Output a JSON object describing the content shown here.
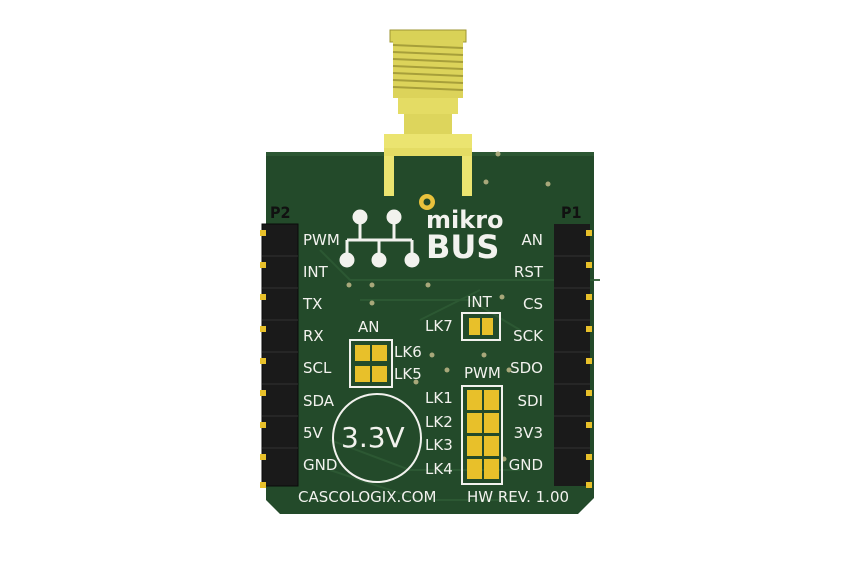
{
  "board": {
    "brand_top": "mikro",
    "brand_bottom": "BUS",
    "header_left": "P2",
    "header_right": "P1",
    "left_pins": [
      "PWM",
      "INT",
      "TX",
      "RX",
      "SCL",
      "SDA",
      "5V",
      "GND"
    ],
    "right_pins": [
      "AN",
      "RST",
      "CS",
      "SCK",
      "SDO",
      "SDI",
      "3V3",
      "GND"
    ],
    "jumper_group_an": "AN",
    "jumper_group_int": "INT",
    "jumper_group_pwm": "PWM",
    "lk7": "LK7",
    "lk6": "LK6",
    "lk5": "LK5",
    "lk1": "LK1",
    "lk2": "LK2",
    "lk3": "LK3",
    "lk4": "LK4",
    "voltage": "3.3V",
    "footer_left": "CASCOLOGIX.COM",
    "footer_right": "HW REV. 1.00"
  },
  "colors": {
    "pcb": "#234a2a",
    "silkscreen": "#f2f2ee",
    "gold": "#e8c02a",
    "connector": "#e2d95a"
  }
}
